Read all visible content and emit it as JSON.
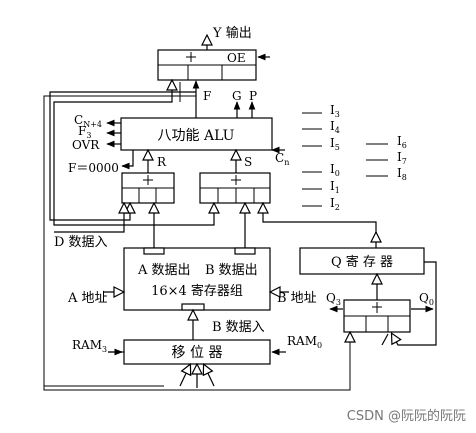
{
  "labels": {
    "y_out": "Y 输出",
    "oe": "OE",
    "f": "F",
    "g": "G",
    "p": "P",
    "cn4": "C",
    "cn4_sub": "N+4",
    "f3": "F",
    "f3_sub": "3",
    "ovr": "OVR",
    "f_zero": "F＝0000",
    "alu": "八功能 ALU",
    "r": "R",
    "s": "S",
    "cn": "C",
    "cn_sub": "n",
    "i3": "I",
    "i3_sub": "3",
    "i4": "I",
    "i4_sub": "4",
    "i5": "I",
    "i5_sub": "5",
    "i6": "I",
    "i6_sub": "6",
    "i7": "I",
    "i7_sub": "7",
    "i8": "I",
    "i8_sub": "8",
    "i0": "I",
    "i0_sub": "0",
    "i1": "I",
    "i1_sub": "1",
    "i2": "I",
    "i2_sub": "2",
    "d_in": "D 数据入",
    "a_data_out": "A 数据出",
    "b_data_out": "B 数据出",
    "reg_group": "16×4 寄存器组",
    "a_addr": "A 地址",
    "b_addr": "B 地址",
    "b_data_in": "B 数据入",
    "q_reg": "Q 寄 存 器",
    "q3": "Q",
    "q3_sub": "3",
    "q0": "Q",
    "q0_sub": "0",
    "ram3": "RAM",
    "ram3_sub": "3",
    "ram0": "RAM",
    "ram0_sub": "0",
    "shifter": "移  位  器"
  },
  "watermark": "CSDN @阮阮的阮阮"
}
